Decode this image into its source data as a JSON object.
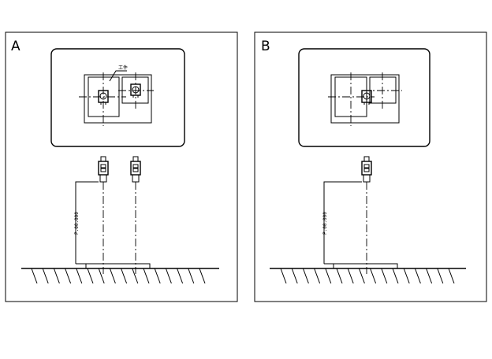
{
  "panels": [
    {
      "letter": "A",
      "workpiece_label": "工件",
      "height_label": "P.00.000"
    },
    {
      "letter": "B",
      "height_label": "P.00.000"
    }
  ]
}
